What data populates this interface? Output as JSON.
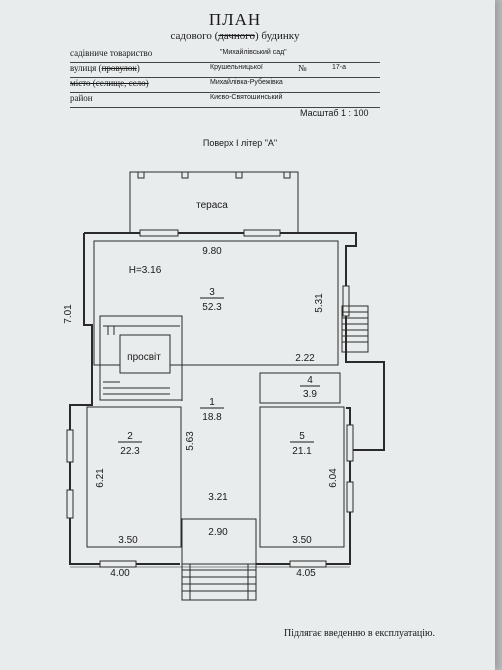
{
  "header": {
    "title": "ПЛАН",
    "subtitle_prefix": "садового (",
    "subtitle_struck": "дачного",
    "subtitle_suffix": ") будинку"
  },
  "fields": {
    "society_label": "садівниче товариство",
    "society_value": "\"Михайлівський сад\"",
    "street_label_a": "вулиця (",
    "street_label_struck": "провулок",
    "street_label_b": ")",
    "street_value": "Крушельницької",
    "number_label": "№",
    "number_value": "17-а",
    "city_label": "місто (селище, село)",
    "city_value": "Михайлівка-Рубежівка",
    "district_label": "район",
    "district_value": "Києво-Святошинський"
  },
  "scale": "Масштаб 1 : 100",
  "floor_label": "Поверх I літер \"А\"",
  "plan": {
    "terrace": "тераса",
    "skylight": "просвіт",
    "height": "H=3.16",
    "dims": {
      "top": "9.80",
      "left": "7.01",
      "right_upper": "5.31",
      "small": "2.22",
      "room1_height": "5.63",
      "corridor_width": "3.21",
      "porch": "2.90",
      "left_room_height": "6.21",
      "right_room_height": "6.04",
      "room2_width": "3.50",
      "room5_width": "3.50",
      "bottom_left": "4.00",
      "bottom_right": "4.05"
    },
    "rooms": [
      {
        "num": "3",
        "area": "52.3"
      },
      {
        "num": "4",
        "area": "3.9"
      },
      {
        "num": "1",
        "area": "18.8"
      },
      {
        "num": "2",
        "area": "22.3"
      },
      {
        "num": "5",
        "area": "21.1"
      }
    ]
  },
  "footer": "Підлягає введенню в експлуатацію."
}
